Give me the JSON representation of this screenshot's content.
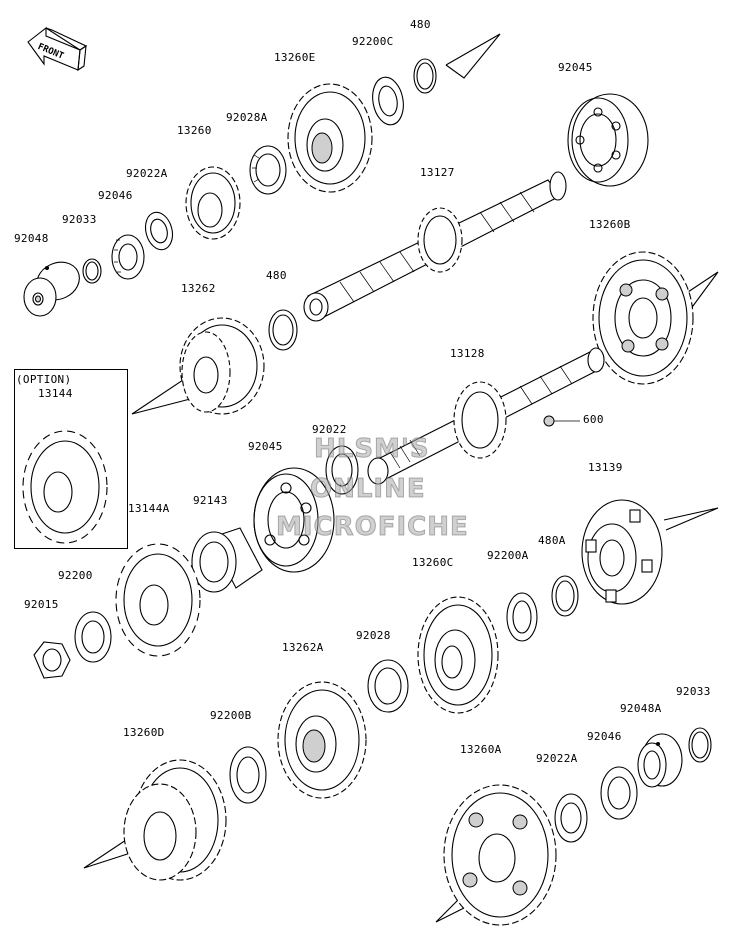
{
  "front_arrow_label": "FRONT",
  "option_label": "(OPTION)",
  "watermark": [
    "HLSM'S",
    "ONLINE",
    "MICROFICHE"
  ],
  "part_labels": [
    "480",
    "92200C",
    "13260E",
    "92045",
    "92028A",
    "13260",
    "92022A",
    "92046",
    "92033",
    "92048",
    "13127",
    "13260B",
    "480",
    "13262",
    "13144",
    "13128",
    "600",
    "92022",
    "92045",
    "13139",
    "13144A",
    "92143",
    "480A",
    "92200A",
    "13260C",
    "92200",
    "92015",
    "13262A",
    "92028",
    "92033",
    "92048A",
    "92200B",
    "13260D",
    "92046",
    "13260A",
    "92022A"
  ]
}
